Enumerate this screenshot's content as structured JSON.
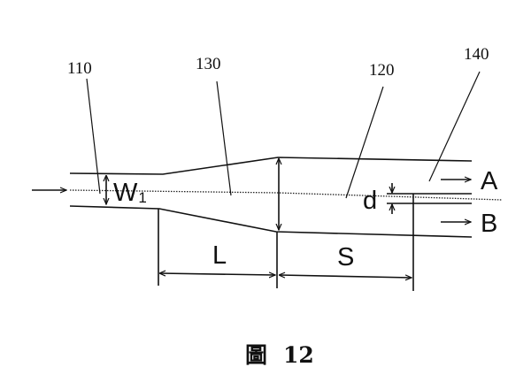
{
  "figure": {
    "caption_char": "圖",
    "caption_num": "12",
    "ref_labels": {
      "r110": "110",
      "r130": "130",
      "r120": "120",
      "r140": "140"
    },
    "symbols": {
      "w": "W",
      "w_sub": "1",
      "d": "d",
      "L": "L",
      "S": "S",
      "A": "A",
      "B": "B"
    }
  }
}
